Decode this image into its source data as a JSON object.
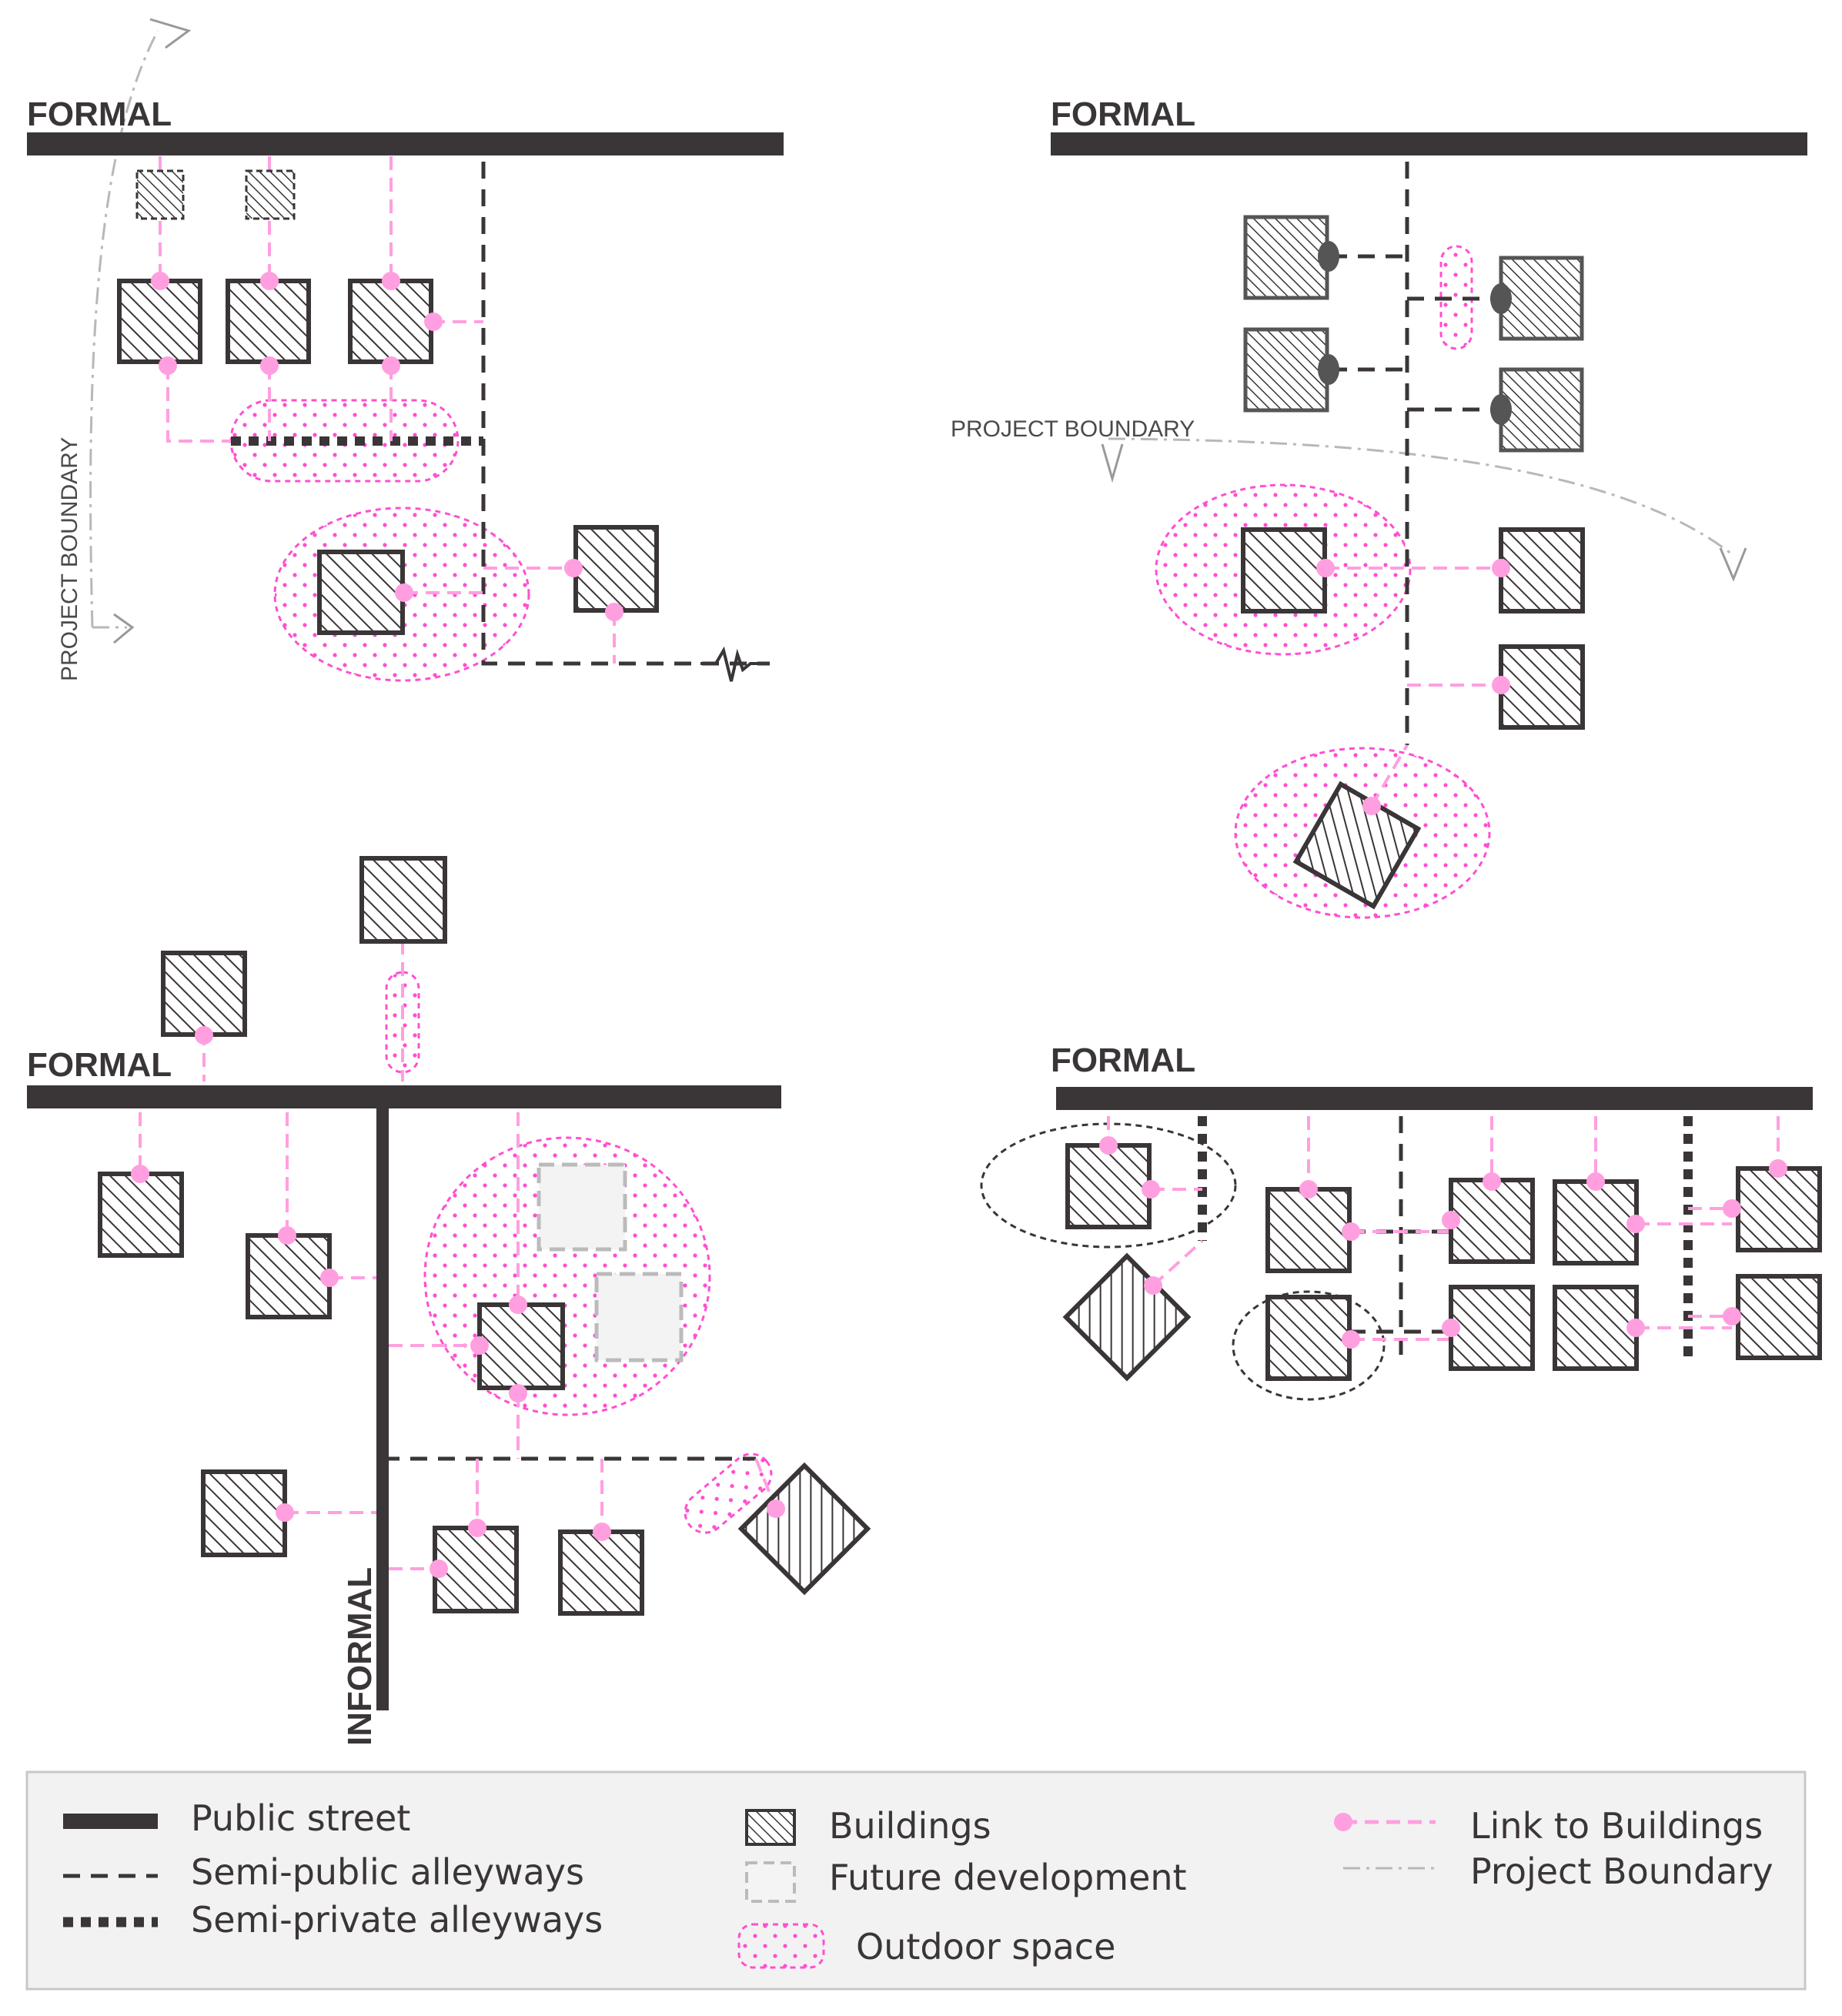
{
  "labels": {
    "formal": "FORMAL",
    "informal": "INFORMAL",
    "project_boundary": "PROJECT BOUNDARY"
  },
  "legend": {
    "public_street": "Public street",
    "semi_public": "Semi-public alleyways",
    "semi_private": "Semi-private alleyways",
    "buildings": "Buildings",
    "future": "Future development",
    "outdoor": "Outdoor space",
    "link": "Link to Buildings",
    "boundary": "Project Boundary"
  },
  "colors": {
    "street": "#3a3536",
    "link": "#ff9fe0",
    "outdoor": "#ff4fd0",
    "future": "#bbbbbb",
    "boundary": "#b8b8b8",
    "legend_bg": "#f2f2f2"
  }
}
